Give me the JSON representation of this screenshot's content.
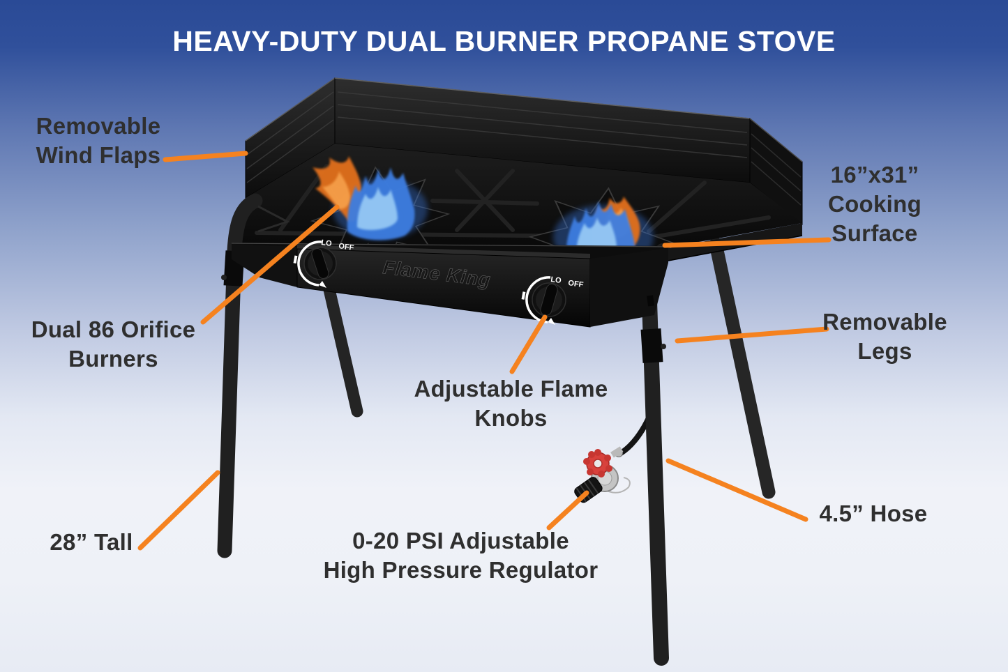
{
  "title": "HEAVY-DUTY DUAL BURNER PROPANE STOVE",
  "brand": {
    "logo_text": "Flame King"
  },
  "knobs": {
    "lo": "LO",
    "off": "OFF"
  },
  "callouts": {
    "wind_flaps": {
      "lines": [
        "Removable",
        "Wind Flaps"
      ]
    },
    "cooking_surface": {
      "lines": [
        "16”x31”",
        "Cooking",
        "Surface"
      ]
    },
    "burners": {
      "lines": [
        "Dual 86 Orifice",
        "Burners"
      ]
    },
    "legs": {
      "lines": [
        "Removable",
        "Legs"
      ]
    },
    "flame_knobs": {
      "lines": [
        "Adjustable Flame",
        "Knobs"
      ]
    },
    "hose": {
      "lines": [
        "4.5” Hose"
      ]
    },
    "height": {
      "lines": [
        "28” Tall"
      ]
    },
    "regulator": {
      "lines": [
        "0-20 PSI Adjustable",
        "High Pressure Regulator"
      ]
    }
  },
  "colors": {
    "accent_orange": "#F5821F",
    "title_text": "#FFFFFF",
    "label_text": "#2F2F2F",
    "background_top": "#2A4A96",
    "background_bottom": "#E7EBF4",
    "stove_black": "#141414",
    "flame_blue": "#2F6FD6",
    "flame_orange": "#E8762A",
    "regulator_red": "#D8413C"
  }
}
